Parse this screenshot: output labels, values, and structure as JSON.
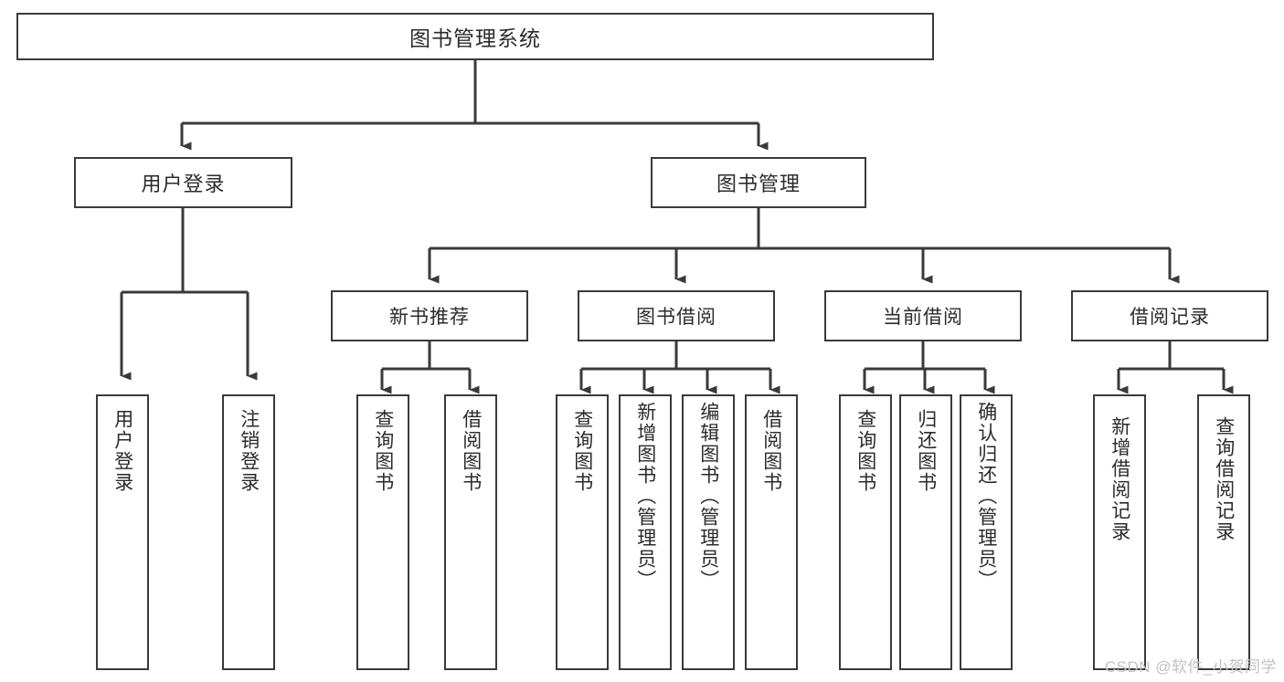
{
  "diagram": {
    "title": "图书管理系统",
    "type": "functional-decomposition-tree",
    "root": {
      "label": "图书管理系统"
    },
    "level1": [
      {
        "label": "用户登录"
      },
      {
        "label": "图书管理"
      }
    ],
    "level2": [
      {
        "label": "新书推荐"
      },
      {
        "label": "图书借阅"
      },
      {
        "label": "当前借阅"
      },
      {
        "label": "借阅记录"
      }
    ],
    "leaves": {
      "user_login": [
        {
          "label": "用户登录"
        },
        {
          "label": "注销登录"
        }
      ],
      "new_book_recommend": [
        {
          "label": "查询图书"
        },
        {
          "label": "借阅图书"
        }
      ],
      "book_borrow": [
        {
          "label": "查询图书"
        },
        {
          "label": "新增图书（管理员）"
        },
        {
          "label": "编辑图书（管理员）"
        },
        {
          "label": "借阅图书"
        }
      ],
      "current_borrow": [
        {
          "label": "查询图书"
        },
        {
          "label": "归还图书"
        },
        {
          "label": "确认归还（管理员）"
        }
      ],
      "borrow_record": [
        {
          "label": "新增借阅记录"
        },
        {
          "label": "查询借阅记录"
        }
      ]
    }
  },
  "watermark": {
    "text": "CSDN @软件_小贺同学"
  },
  "colors": {
    "border": "#3a3a3a",
    "text": "#2b2b2b",
    "background": "#ffffff",
    "watermark": "#c2c2c2"
  }
}
